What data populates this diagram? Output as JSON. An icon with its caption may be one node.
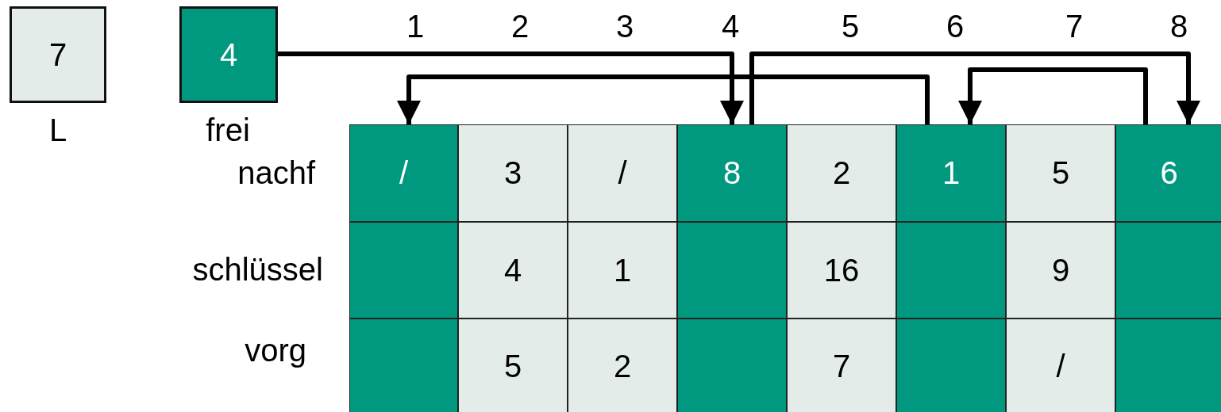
{
  "diagram": {
    "nodes": [
      {
        "text": [
          "7"
        ],
        "beside": [
          "L"
        ]
      },
      {
        "text": [
          "4"
        ],
        "beside": [
          "frei"
        ]
      },
      {
        "text": [
          "/"
        ]
      },
      {
        "text": [
          "3"
        ]
      },
      {
        "text": [
          "/"
        ]
      },
      {
        "text": [
          "8"
        ]
      },
      {
        "text": [
          "2"
        ]
      },
      {
        "text": [
          "1"
        ]
      },
      {
        "text": [
          "5"
        ]
      },
      {
        "text": [
          "6"
        ]
      }
    ],
    "edges": [
      {
        "from": 1,
        "to": 5,
        "arrow": "to"
      },
      {
        "from": 7,
        "to": 2,
        "arrow": "to"
      },
      {
        "from": 5,
        "to": 9,
        "arrow": "to"
      },
      {
        "from": 9,
        "to": 7,
        "arrow": "to"
      }
    ],
    "labels": [
      "1",
      "2",
      "3",
      "4",
      "5",
      "6",
      "7",
      "8",
      "nachf",
      "schlüssel",
      "vorg",
      "4",
      "1",
      "16",
      "9",
      "5",
      "2",
      "7",
      "/"
    ]
  }
}
